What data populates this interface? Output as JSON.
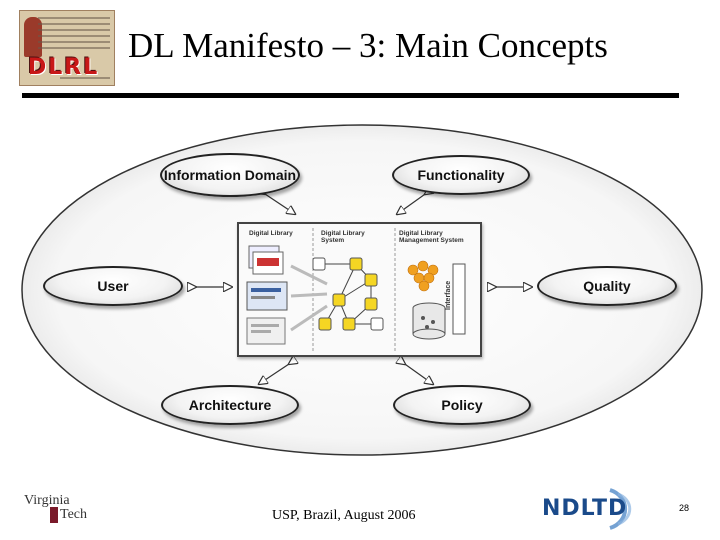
{
  "header": {
    "title": "DL Manifesto – 3: Main Concepts",
    "logo_text": "DLRL"
  },
  "diagram": {
    "concepts": {
      "information_domain": "Information Domain",
      "functionality": "Functionality",
      "user": "User",
      "quality": "Quality",
      "architecture": "Architecture",
      "policy": "Policy"
    },
    "center": {
      "col1": "Digital Library",
      "col2": "Digital Library System",
      "col3": "Digital Library Management System",
      "interface_label": "Interface"
    },
    "colors": {
      "node_yellow": "#f5d623",
      "cluster_orange": "#f0a020"
    }
  },
  "footer": {
    "left_logo": "Virginia Tech",
    "left_logo_top": "Virginia",
    "left_logo_bottom": "Tech",
    "center_text": "USP, Brazil, August 2006",
    "right_logo": "NDLTD",
    "page_number": "28"
  }
}
